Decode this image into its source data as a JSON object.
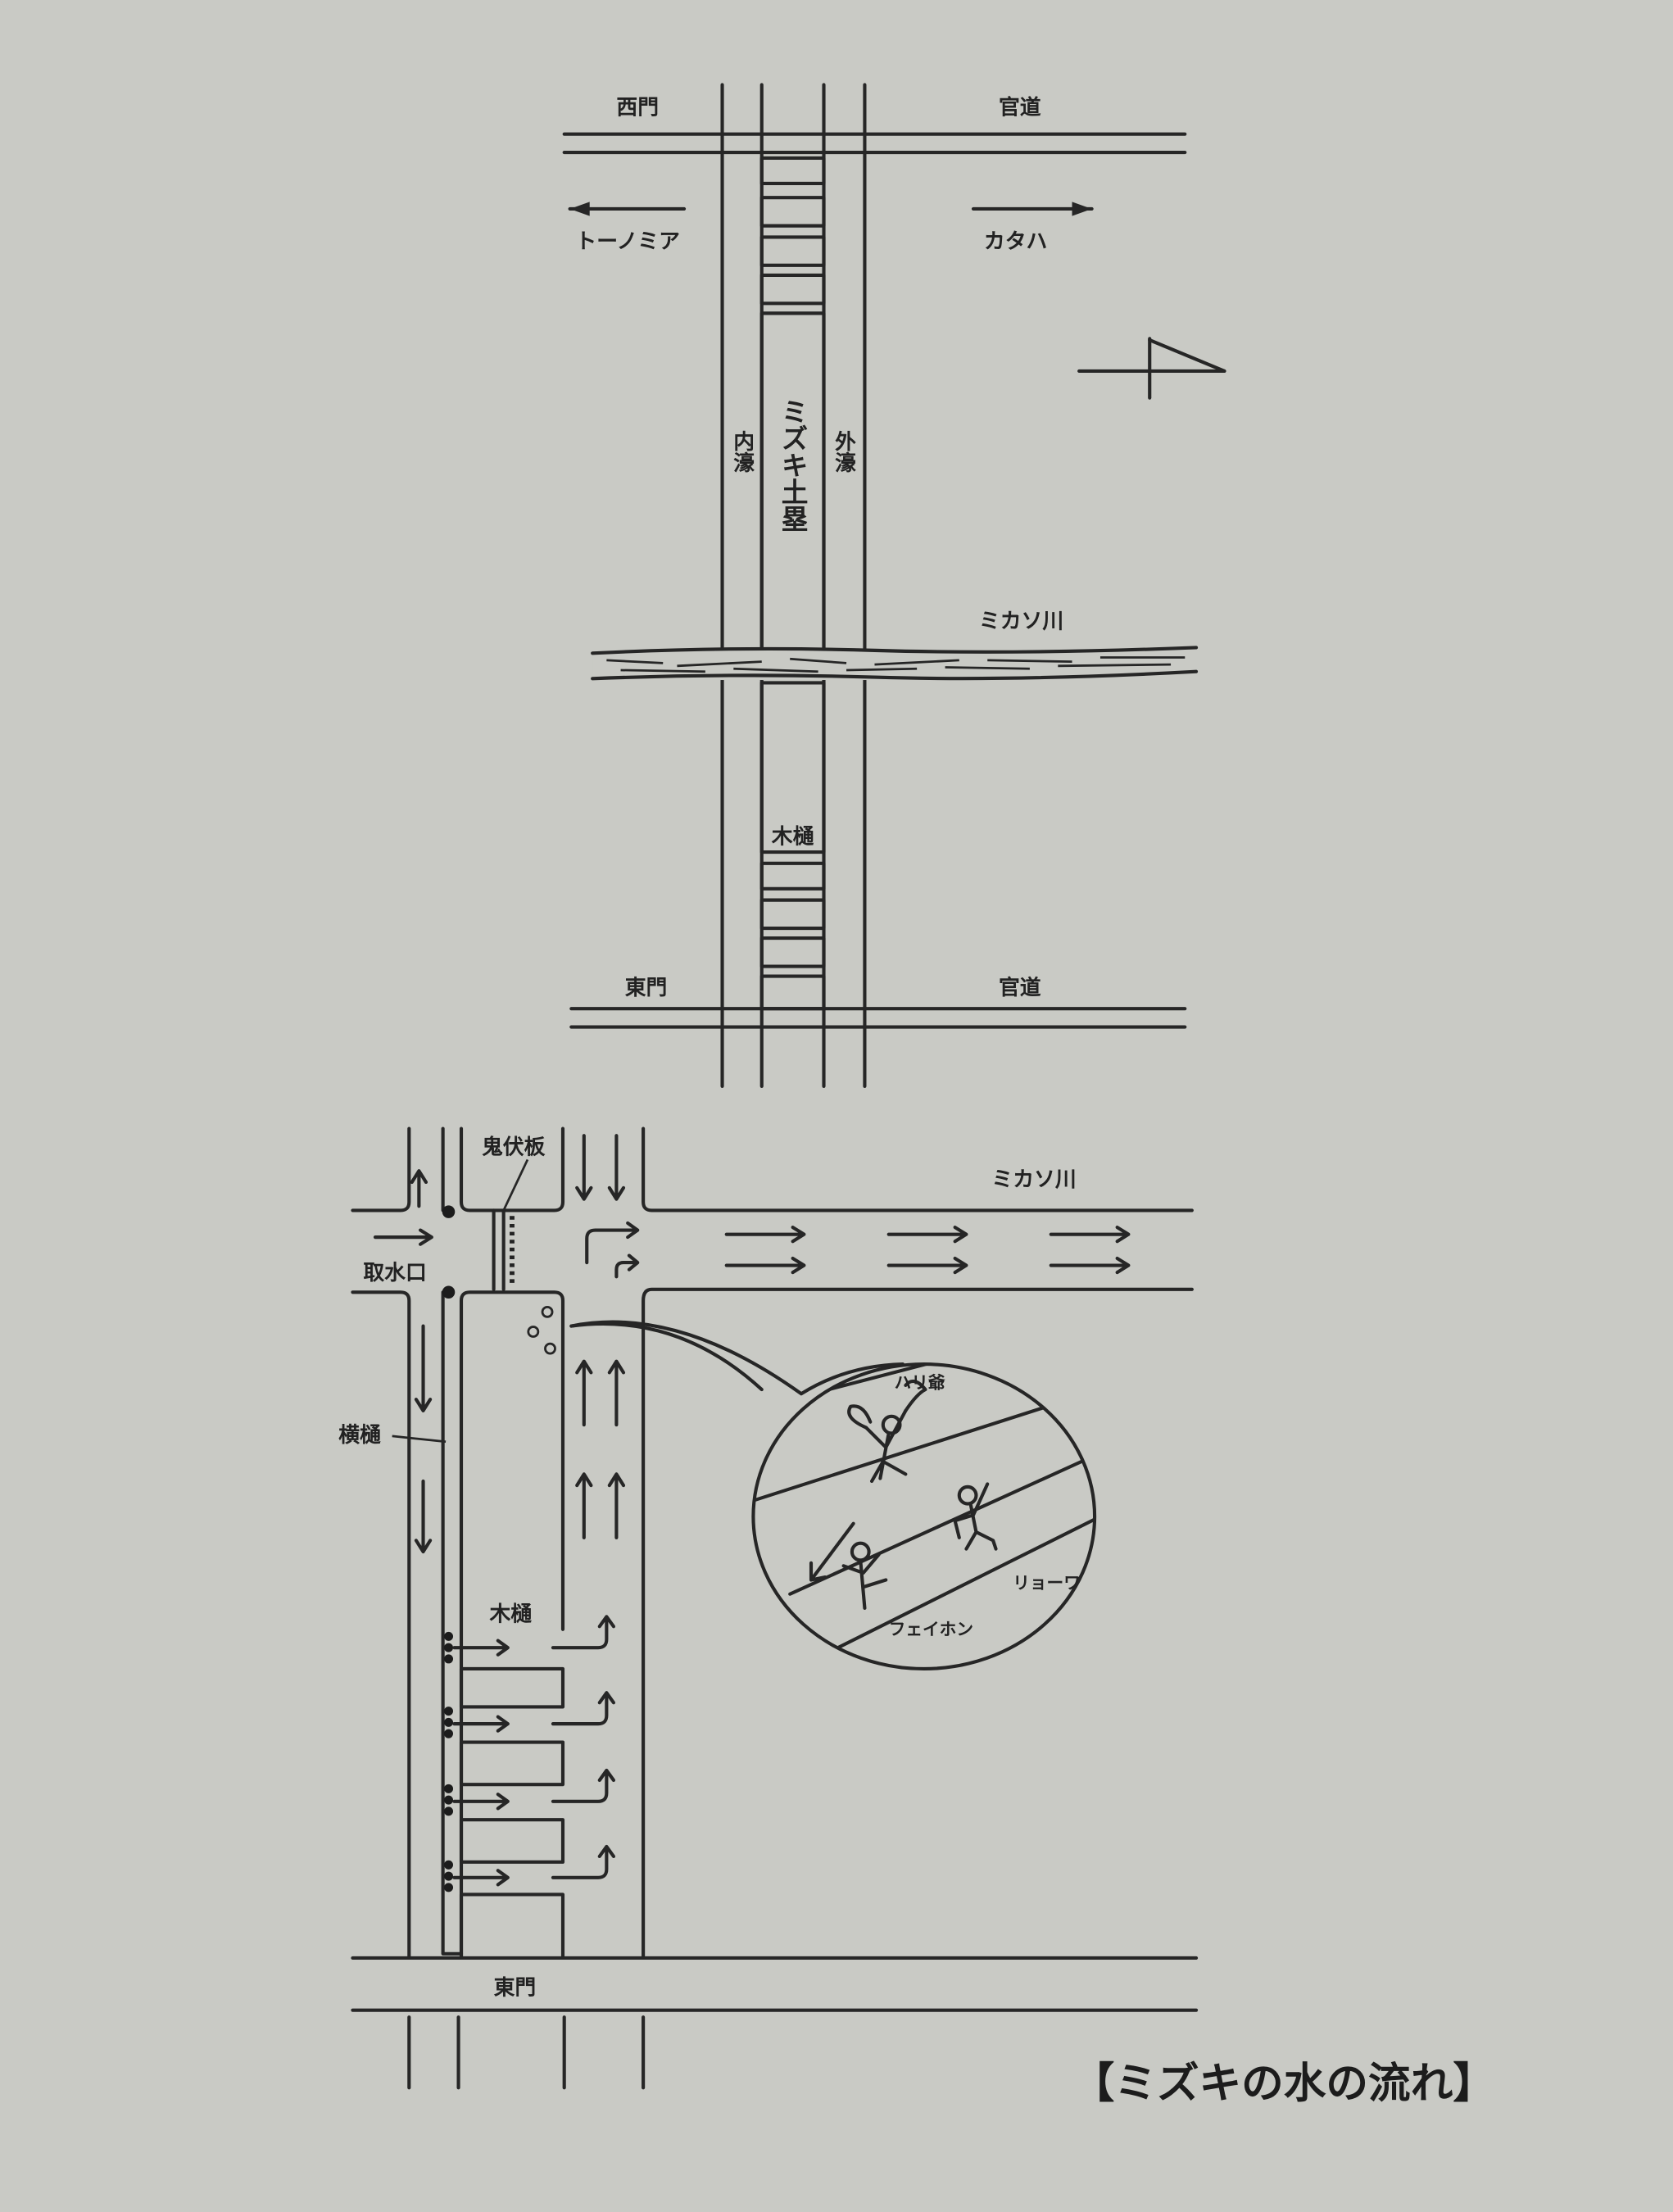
{
  "top_map": {
    "west_gate": "西門",
    "highway_north": "官道",
    "to_left": "トーノミア",
    "to_right": "カタハ",
    "inner_moat": "内濠",
    "earthwork": "ミズキ土塁",
    "outer_moat": "外濠",
    "river": "ミカソ川",
    "wooden_pipe": "木樋",
    "east_gate": "東門",
    "highway_south": "官道"
  },
  "bottom_map": {
    "sluice_board": "鬼伏板",
    "intake": "取水口",
    "side_pipe": "横樋",
    "river": "ミカソ川",
    "wooden_pipe": "木樋",
    "east_gate": "東門"
  },
  "bubble": {
    "person_1": "ハリ爺",
    "person_2": "リョーワ",
    "person_3": "フェイホン"
  },
  "caption": "【ミズキの水の流れ】"
}
